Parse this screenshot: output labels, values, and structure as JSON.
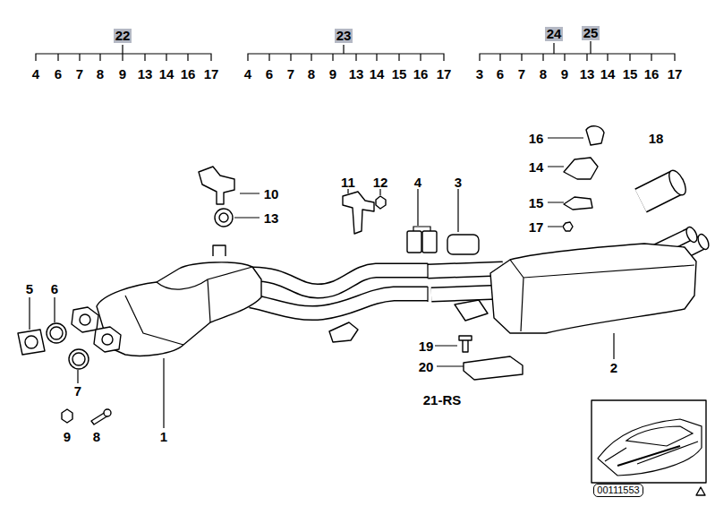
{
  "diagram": {
    "nodes": [
      {
        "text": [
          "22"
        ]
      },
      {
        "text": [
          "23"
        ]
      },
      {
        "text": [
          "24"
        ]
      },
      {
        "text": [
          "25"
        ]
      },
      {
        "text": [
          "00111553"
        ]
      }
    ],
    "labels": [
      "4",
      "6",
      "7",
      "8",
      "9",
      "13",
      "14",
      "16",
      "17",
      "4",
      "6",
      "7",
      "8",
      "9",
      "13",
      "14",
      "15",
      "16",
      "17",
      "3",
      "6",
      "7",
      "8",
      "9",
      "13",
      "14",
      "15",
      "16",
      "17",
      "16",
      "18",
      "14",
      "11",
      "12",
      "4",
      "3",
      "10",
      "15",
      "13",
      "17",
      "5",
      "6",
      "19",
      "2",
      "20",
      "7",
      "21-RS",
      "9",
      "8",
      "1"
    ]
  }
}
